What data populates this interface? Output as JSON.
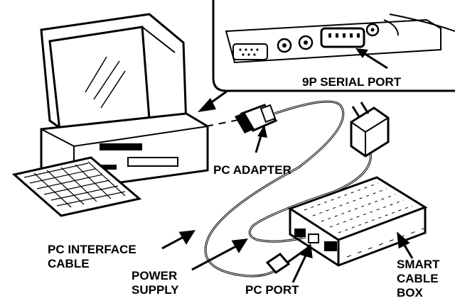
{
  "labels": {
    "serial_port": "9P SERIAL PORT",
    "pc_adapter": "PC ADAPTER",
    "pc_interface_cable": [
      "PC INTERFACE",
      "CABLE"
    ],
    "power_supply": [
      "POWER",
      "SUPPLY"
    ],
    "pc_port": "PC PORT",
    "smart_cable_box": [
      "SMART",
      "CABLE",
      "BOX"
    ]
  },
  "colors": {
    "ink": "#000000",
    "paper": "#ffffff"
  }
}
